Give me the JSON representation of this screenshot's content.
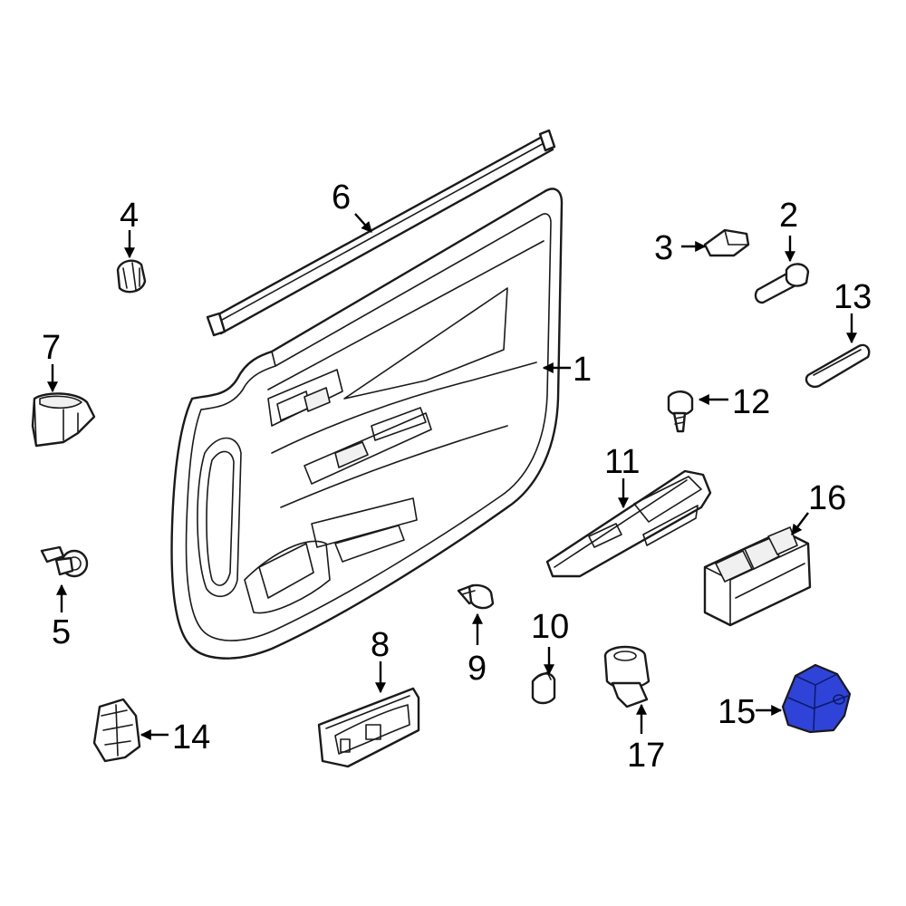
{
  "colors": {
    "line": "#1a1a1a",
    "background": "#ffffff",
    "highlight": "#2f43d8"
  },
  "highlighted_part": "15",
  "callouts": [
    {
      "id": "1",
      "label": "1"
    },
    {
      "id": "2",
      "label": "2"
    },
    {
      "id": "3",
      "label": "3"
    },
    {
      "id": "4",
      "label": "4"
    },
    {
      "id": "5",
      "label": "5"
    },
    {
      "id": "6",
      "label": "6"
    },
    {
      "id": "7",
      "label": "7"
    },
    {
      "id": "8",
      "label": "8"
    },
    {
      "id": "9",
      "label": "9"
    },
    {
      "id": "10",
      "label": "10"
    },
    {
      "id": "11",
      "label": "11"
    },
    {
      "id": "12",
      "label": "12"
    },
    {
      "id": "13",
      "label": "13"
    },
    {
      "id": "14",
      "label": "14"
    },
    {
      "id": "15",
      "label": "15"
    },
    {
      "id": "16",
      "label": "16"
    },
    {
      "id": "17",
      "label": "17"
    }
  ]
}
